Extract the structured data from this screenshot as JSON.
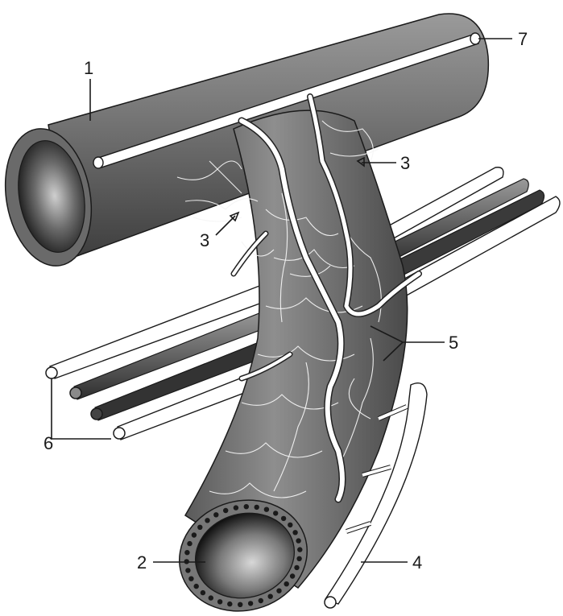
{
  "labels": {
    "l1": "1",
    "l2": "2",
    "l3a": "3",
    "l3b": "3",
    "l4": "4",
    "l5": "5",
    "l6": "6",
    "l7": "7"
  },
  "colors": {
    "tube_dark": "#4a4a4a",
    "tube_mid": "#8a8a8a",
    "tube_light": "#b0b0b0",
    "vessel_white": "#ffffff",
    "outline": "#1a1a1a"
  }
}
